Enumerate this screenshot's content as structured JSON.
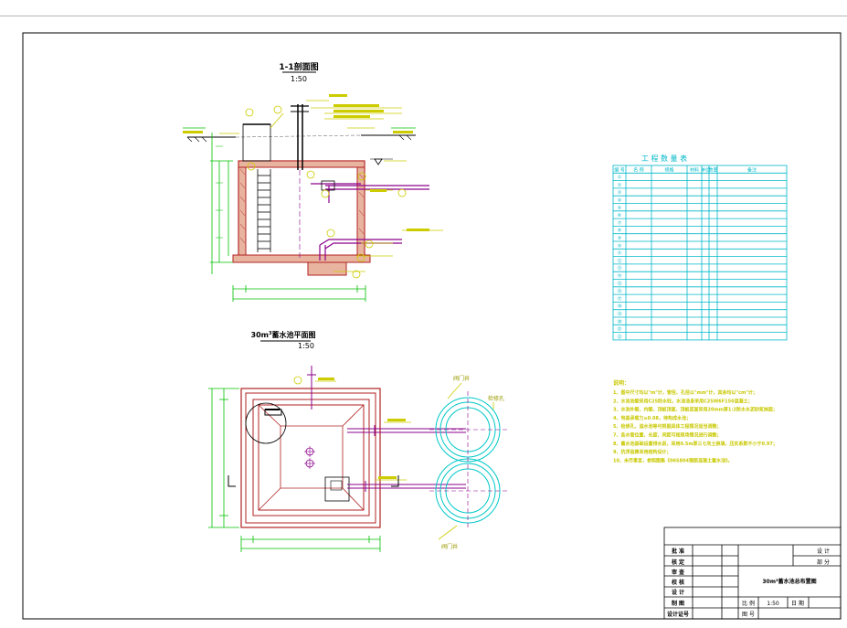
{
  "colors": {
    "frame": "#000000",
    "concrete": "#b22222",
    "dimension": "#00c000",
    "annotation": "#cccc00",
    "pipe": "#8b008b",
    "table": "#00b8c8",
    "notes": "#c8c800",
    "accent_blue": "#0000ff",
    "cyan_circles": "#00c8c8"
  },
  "section": {
    "title": "1-1剖面图",
    "scale": "1:50"
  },
  "plan": {
    "title_main": "30m",
    "title_sup": "3",
    "title_rest": "蓄水池平面图",
    "scale": "1:50"
  },
  "quantity_table": {
    "title": "工 程 数 量 表",
    "headers": [
      "编 号",
      "名 称",
      "规格",
      "材料",
      "单位",
      "数量",
      "备注"
    ],
    "rows": [
      [
        "①",
        "",
        "",
        "",
        "",
        "",
        ""
      ],
      [
        "②",
        "",
        "",
        "",
        "",
        "",
        ""
      ],
      [
        "③",
        "",
        "",
        "",
        "",
        "",
        ""
      ],
      [
        "④",
        "",
        "",
        "",
        "",
        "",
        ""
      ],
      [
        "⑤",
        "",
        "",
        "",
        "",
        "",
        ""
      ],
      [
        "⑥",
        "",
        "",
        "",
        "",
        "",
        ""
      ],
      [
        "⑦",
        "",
        "",
        "",
        "",
        "",
        ""
      ],
      [
        "⑧",
        "",
        "",
        "",
        "",
        "",
        ""
      ],
      [
        "⑨",
        "",
        "",
        "",
        "",
        "",
        ""
      ],
      [
        "⑩",
        "",
        "",
        "",
        "",
        "",
        ""
      ],
      [
        "⑪",
        "",
        "",
        "",
        "",
        "",
        ""
      ],
      [
        "⑫",
        "",
        "",
        "",
        "",
        "",
        ""
      ],
      [
        "⑬",
        "",
        "",
        "",
        "",
        "",
        ""
      ],
      [
        "⑭",
        "",
        "",
        "",
        "",
        "",
        ""
      ],
      [
        "⑮",
        "",
        "",
        "",
        "",
        "",
        ""
      ],
      [
        "⑯",
        "",
        "",
        "",
        "",
        "",
        ""
      ],
      [
        "⑰",
        "",
        "",
        "",
        "",
        "",
        ""
      ],
      [
        "⑱",
        "",
        "",
        "",
        "",
        "",
        ""
      ],
      [
        "⑲",
        "",
        "",
        "",
        "",
        "",
        ""
      ],
      [
        "⑳",
        "",
        "",
        "",
        "",
        "",
        ""
      ],
      [
        "㉑",
        "",
        "",
        "",
        "",
        "",
        ""
      ],
      [
        "㉒",
        "",
        "",
        "",
        "",
        "",
        ""
      ]
    ]
  },
  "notes": {
    "heading": "说明：",
    "items": [
      "1、图中尺寸均以\"m\"计，管径、孔径以\"mm\"计，其余均以\"cm\"计；",
      "2、水池池壁采用C25防水砼，水池池身采用C25W6F150混凝土；",
      "3、水池外壁、内壁、顶板顶面、顶板底面采用20mm厚1:2防水水泥砂浆抹面；",
      "4、地基承载力≥0.08，待构成水池；",
      "5、检修孔、溢水池等可根据具体工程情况适当调整；",
      "7、各水管位置、长度、间距可视现场情况进行调整；",
      "8、蓄水池基础设置排水层，采用0.5m厚三七灰土换填，压实系数不小于0.97；",
      "9、抗浮验算采用结构设计；",
      "10、未尽事宜，参照图集《06S804钢筋混凝土蓄水池》。"
    ]
  },
  "title_block": {
    "roles": [
      "批 准",
      "核 定",
      "审 查",
      "校 核",
      "设 计",
      "制 图",
      "设计证号"
    ],
    "right_roles": [
      "设 计",
      "部 分"
    ],
    "drawing_title": "30m³蓄水池总布置图",
    "scale_label": "比 例",
    "scale_value": "1:50",
    "date_label": "日 期",
    "drawing_no_label": "图 号"
  },
  "plan_labels": {
    "inspection_well_top": "阀门井",
    "inspection_well_bottom": "阀门井",
    "manhole": "检修孔"
  }
}
